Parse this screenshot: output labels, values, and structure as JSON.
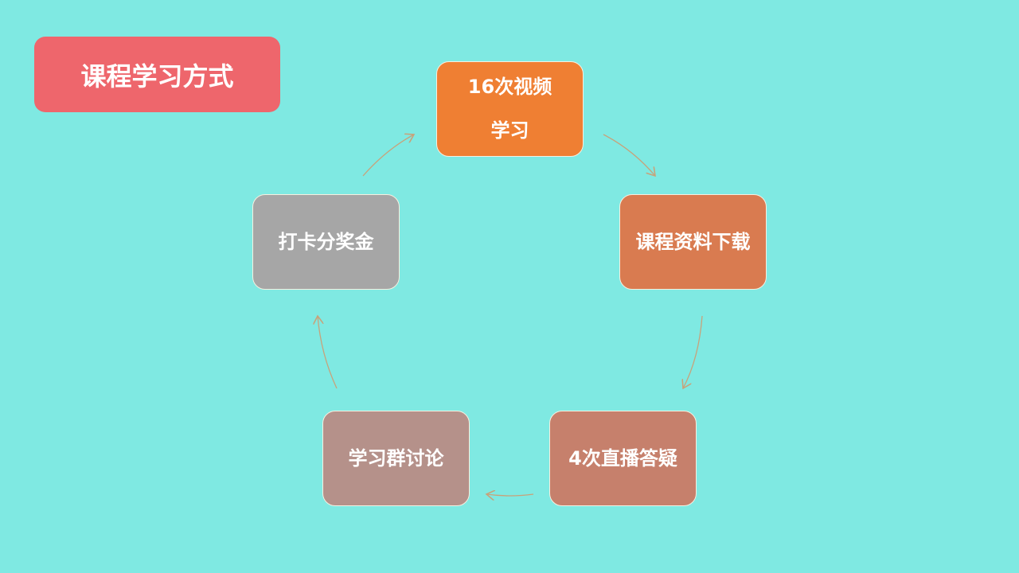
{
  "title": "课程学习方式",
  "nodes": [
    {
      "label": "16次视频\n学习",
      "color": "#ef7f33"
    },
    {
      "label": "课程资料下载",
      "color": "#d97b50"
    },
    {
      "label": "4次直播答疑",
      "color": "#c6806c"
    },
    {
      "label": "学习群讨论",
      "color": "#b5918a"
    },
    {
      "label": "打卡分奖金",
      "color": "#a6a6a6"
    }
  ],
  "arrow_color": "#c8a27a"
}
